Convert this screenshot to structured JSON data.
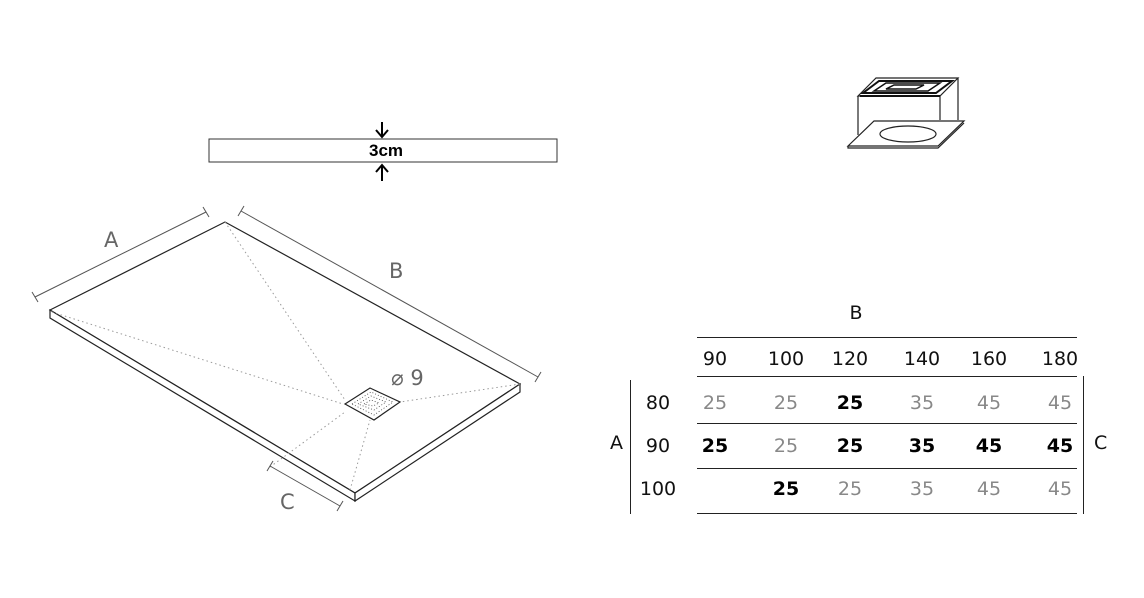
{
  "drawing": {
    "thickness_label": "3cm",
    "dimension_a": "A",
    "dimension_b": "B",
    "dimension_c": "C",
    "drain_diameter": "⌀ 9"
  },
  "table": {
    "b_label": "B",
    "a_label": "A",
    "c_label": "C",
    "column_headers": [
      "90",
      "100",
      "120",
      "140",
      "160",
      "180"
    ],
    "rows": [
      {
        "a": "80",
        "cells": [
          {
            "text": "25",
            "style": "light"
          },
          {
            "text": "25",
            "style": "light"
          },
          {
            "text": "25",
            "style": "strong"
          },
          {
            "text": "35",
            "style": "light"
          },
          {
            "text": "45",
            "style": "light"
          },
          {
            "text": "45",
            "style": "light"
          }
        ]
      },
      {
        "a": "90",
        "cells": [
          {
            "text": "25",
            "style": "strong"
          },
          {
            "text": "25",
            "style": "light"
          },
          {
            "text": "25",
            "style": "strong"
          },
          {
            "text": "35",
            "style": "strong"
          },
          {
            "text": "45",
            "style": "strong"
          },
          {
            "text": "45",
            "style": "strong"
          }
        ]
      },
      {
        "a": "100",
        "cells": [
          {
            "text": "",
            "style": "light"
          },
          {
            "text": "25",
            "style": "strong"
          },
          {
            "text": "25",
            "style": "light"
          },
          {
            "text": "35",
            "style": "light"
          },
          {
            "text": "45",
            "style": "light"
          },
          {
            "text": "45",
            "style": "light"
          }
        ]
      }
    ]
  },
  "colors": {
    "line": "#111111",
    "muted_text": "#888888",
    "strong_text": "#000000",
    "guide_dots": "#9a9a9a"
  }
}
